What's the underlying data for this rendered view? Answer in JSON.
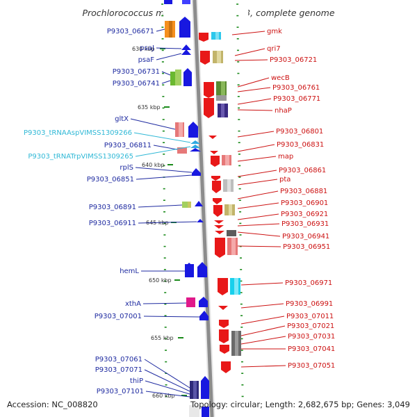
{
  "title": "Prochlorococcus marinus str. MIT 9303, complete genome",
  "footer": {
    "accession": "Accession: NC_008820",
    "topology": "Topology: circular; Length: 2,682,675 bp; Genes: 3,049"
  },
  "colors": {
    "left_label": "#1e2aa0",
    "left_trna_label": "#2fb8d6",
    "right_label": "#cc1111",
    "backbone": "#8c8c8c",
    "tick": "#1a8a1a"
  },
  "kbp_ticks": [
    {
      "text": "630 kbp"
    },
    {
      "text": "635 kbp"
    },
    {
      "text": "640 kbp"
    },
    {
      "text": "645 kbp"
    },
    {
      "text": "650 kbp"
    },
    {
      "text": "655 kbp"
    },
    {
      "text": "660 kbp"
    }
  ],
  "left_genes": [
    {
      "label": "P9303_06671",
      "kind": "gene"
    },
    {
      "label": "psaJ",
      "kind": "gene"
    },
    {
      "label": "psaF",
      "kind": "gene"
    },
    {
      "label": "P9303_06731",
      "kind": "gene"
    },
    {
      "label": "P9303_06741",
      "kind": "gene"
    },
    {
      "label": "gltX",
      "kind": "gene"
    },
    {
      "label": "P9303_tRNAAspVIMSS1309266",
      "kind": "trna"
    },
    {
      "label": "P9303_06811",
      "kind": "gene"
    },
    {
      "label": "P9303_tRNATrpVIMSS1309265",
      "kind": "trna"
    },
    {
      "label": "rplS",
      "kind": "gene"
    },
    {
      "label": "P9303_06851",
      "kind": "gene"
    },
    {
      "label": "P9303_06891",
      "kind": "gene"
    },
    {
      "label": "P9303_06911",
      "kind": "gene"
    },
    {
      "label": "hemL",
      "kind": "gene"
    },
    {
      "label": "xthA",
      "kind": "gene"
    },
    {
      "label": "P9303_07001",
      "kind": "gene"
    },
    {
      "label": "P9303_07061",
      "kind": "gene"
    },
    {
      "label": "P9303_07071",
      "kind": "gene"
    },
    {
      "label": "thiP",
      "kind": "gene"
    },
    {
      "label": "P9303_07101",
      "kind": "gene"
    }
  ],
  "right_genes": [
    {
      "label": "gmk"
    },
    {
      "label": "qri7"
    },
    {
      "label": "P9303_06721"
    },
    {
      "label": "wecB"
    },
    {
      "label": "P9303_06761"
    },
    {
      "label": "P9303_06771"
    },
    {
      "label": "nhaP"
    },
    {
      "label": "P9303_06801"
    },
    {
      "label": "P9303_06831"
    },
    {
      "label": "map"
    },
    {
      "label": "P9303_06861"
    },
    {
      "label": "pta"
    },
    {
      "label": "P9303_06881"
    },
    {
      "label": "P9303_06901"
    },
    {
      "label": "P9303_06921"
    },
    {
      "label": "P9303_06931"
    },
    {
      "label": "P9303_06941"
    },
    {
      "label": "P9303_06951"
    },
    {
      "label": "P9303_06971"
    },
    {
      "label": "P9303_06991"
    },
    {
      "label": "P9303_07011"
    },
    {
      "label": "P9303_07021"
    },
    {
      "label": "P9303_07031"
    },
    {
      "label": "P9303_07041"
    },
    {
      "label": "P9303_07051"
    }
  ]
}
